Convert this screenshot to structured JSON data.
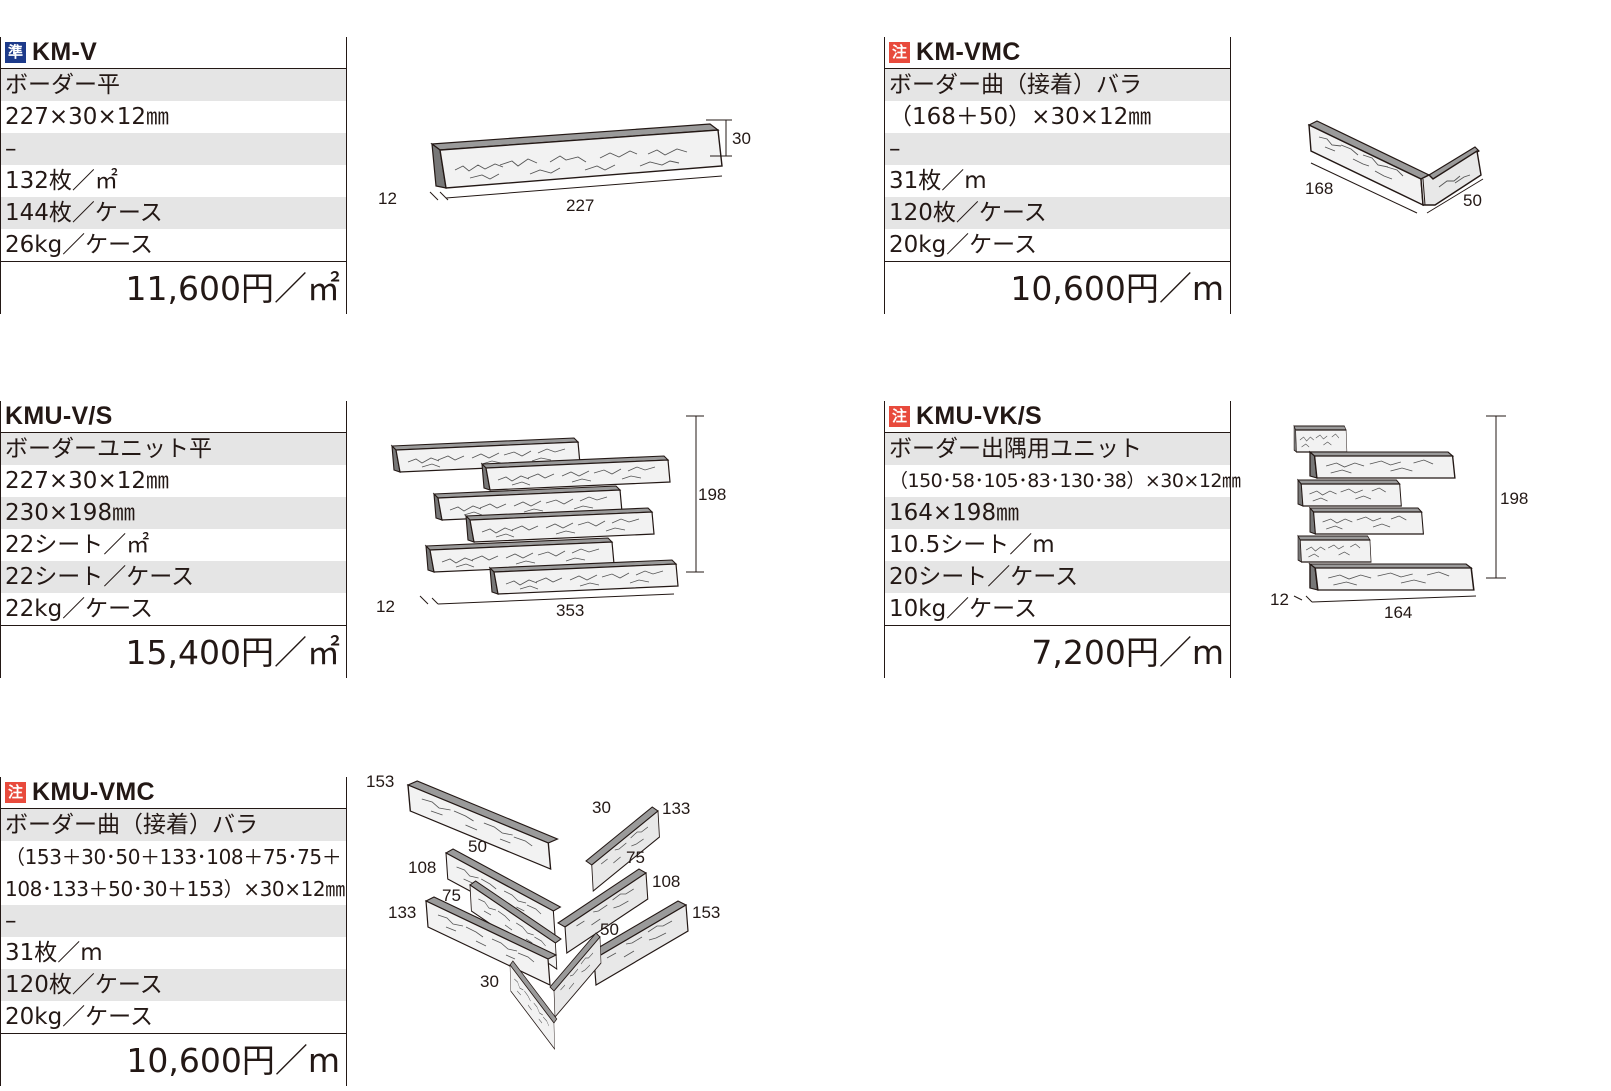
{
  "icons": {
    "std": {
      "glyph": "準",
      "color": "#1d3a8a"
    },
    "order": {
      "glyph": "注",
      "color": "#e84a3c"
    }
  },
  "products": [
    {
      "code": "KM-V",
      "rows": [
        "ボーダー平",
        "227×30×12㎜",
        "–",
        "132枚／㎡",
        "144枚／ケース",
        "26kg／ケース"
      ],
      "price": "11,600円／㎡",
      "dims": {
        "a": "30",
        "b": "12",
        "c": "227"
      }
    },
    {
      "code": "KM-VMC",
      "rows": [
        "ボーダー曲（接着）バラ",
        "（168＋50）×30×12㎜",
        "–",
        "31枚／m",
        "120枚／ケース",
        "20kg／ケース"
      ],
      "price": "10,600円／m",
      "dims": {
        "a": "168",
        "b": "50"
      }
    },
    {
      "code": "KMU-V/S",
      "rows": [
        "ボーダーユニット平",
        "227×30×12㎜",
        "230×198㎜",
        "22シート／㎡",
        "22シート／ケース",
        "22kg／ケース"
      ],
      "price": "15,400円／㎡",
      "dims": {
        "a": "198",
        "b": "12",
        "c": "353"
      }
    },
    {
      "code": "KMU-VK/S",
      "rows": [
        "ボーダー出隅用ユニット",
        "（150･58･105･83･130･38）×30×12㎜",
        "164×198㎜",
        "10.5シート／m",
        "20シート／ケース",
        "10kg／ケース"
      ],
      "price": "7,200円／m",
      "dims": {
        "a": "198",
        "b": "12",
        "c": "164"
      }
    },
    {
      "code": "KMU-VMC",
      "rows": [
        "ボーダー曲（接着）バラ",
        "（153＋30･50＋133･108＋75･75＋",
        "108･133＋50･30＋153）×30×12㎜",
        "–",
        "31枚／m",
        "120枚／ケース",
        "20kg／ケース"
      ],
      "price": "10,600円／m",
      "dims": {
        "l1": "153",
        "l2": "30",
        "l3": "133",
        "l4": "50",
        "l5": "75",
        "l6": "108",
        "l7": "108",
        "l8": "75",
        "l9": "133",
        "l10": "50",
        "l11": "153",
        "l12": "30"
      }
    }
  ]
}
